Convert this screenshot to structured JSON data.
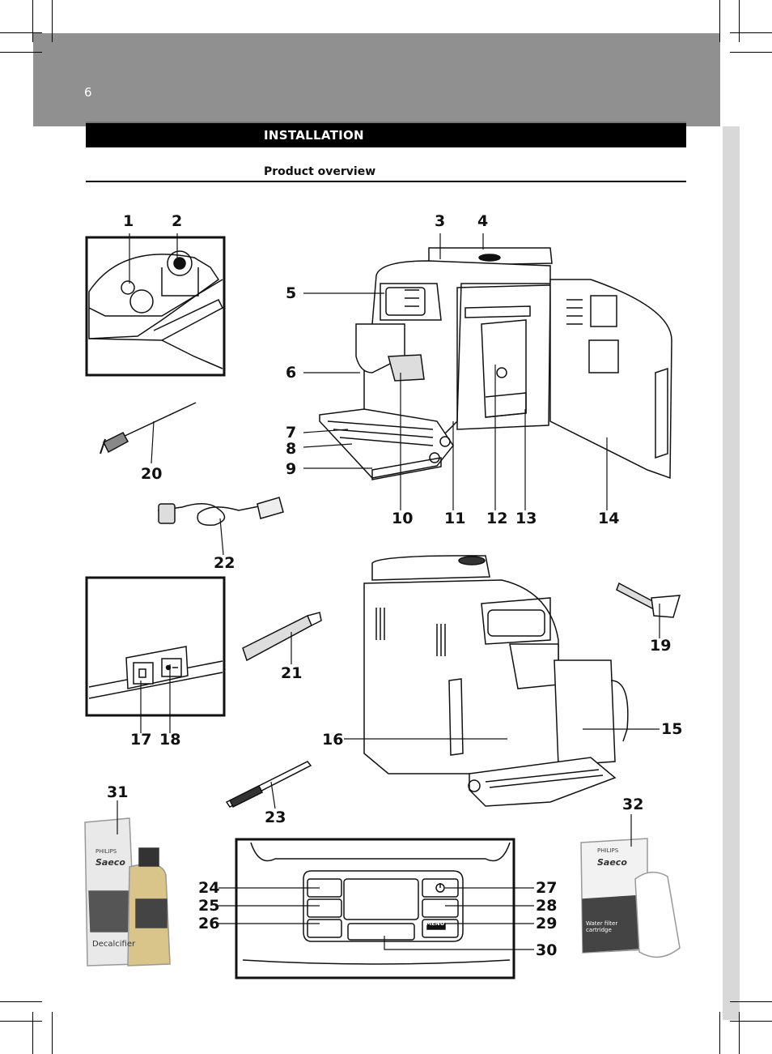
{
  "page": {
    "number": "6"
  },
  "section": {
    "title": "INSTALLATION"
  },
  "subsection": {
    "title": "Product overview"
  },
  "callouts": [
    "1",
    "2",
    "3",
    "4",
    "5",
    "6",
    "7",
    "8",
    "9",
    "10",
    "11",
    "12",
    "13",
    "14",
    "15",
    "16",
    "17",
    "18",
    "19",
    "20",
    "21",
    "22",
    "23",
    "24",
    "25",
    "26",
    "27",
    "28",
    "29",
    "30",
    "31",
    "32"
  ],
  "panel_labels": {
    "menu": "MENU",
    "brand": "PHILIPS",
    "saeco": "Saeco",
    "decalcifier": "Decalcifier",
    "water_filter": "Water filter cartridge"
  },
  "colors": {
    "header_band": "#909090",
    "side_band": "#d8d8d8",
    "section_bar": "#000000"
  }
}
